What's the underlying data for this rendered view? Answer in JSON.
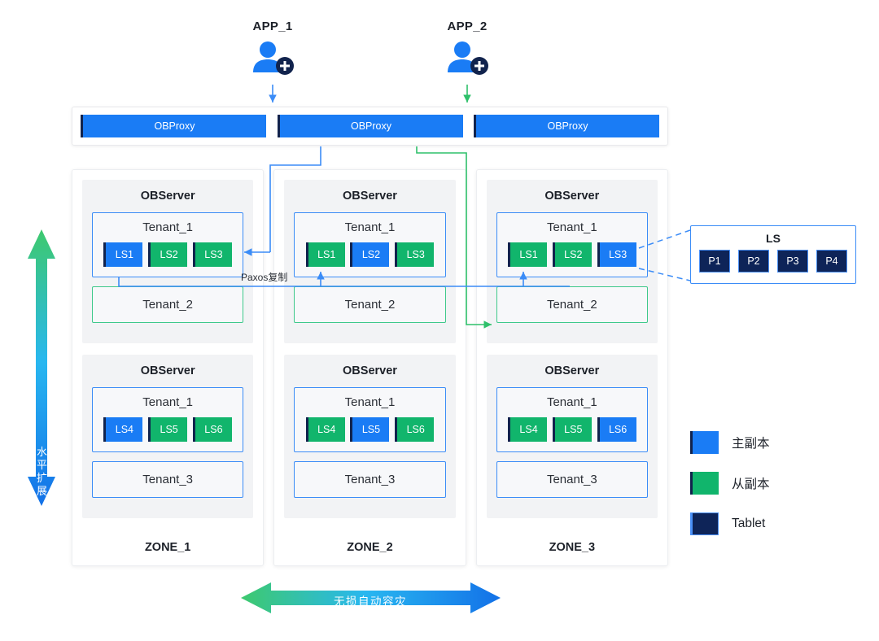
{
  "apps": [
    {
      "label": "APP_1",
      "icon": "user-add-icon",
      "arrow_color": "#3b8cf7"
    },
    {
      "label": "APP_2",
      "icon": "user-add-icon",
      "arrow_color": "#2ec06a"
    }
  ],
  "proxies": [
    {
      "label": "OBProxy"
    },
    {
      "label": "OBProxy"
    },
    {
      "label": "OBProxy"
    }
  ],
  "zones": [
    {
      "name": "ZONE_1",
      "servers": [
        {
          "title": "OBServer",
          "tenants": [
            {
              "title": "Tenant_1",
              "border": "blue",
              "units": [
                {
                  "label": "LS1",
                  "role": "primary"
                },
                {
                  "label": "LS2",
                  "role": "secondary"
                },
                {
                  "label": "LS3",
                  "role": "secondary"
                }
              ]
            },
            {
              "title": "Tenant_2",
              "border": "green",
              "units": []
            }
          ]
        },
        {
          "title": "OBServer",
          "tenants": [
            {
              "title": "Tenant_1",
              "border": "blue",
              "units": [
                {
                  "label": "LS4",
                  "role": "primary"
                },
                {
                  "label": "LS5",
                  "role": "secondary"
                },
                {
                  "label": "LS6",
                  "role": "secondary"
                }
              ]
            },
            {
              "title": "Tenant_3",
              "border": "blue",
              "units": []
            }
          ]
        }
      ]
    },
    {
      "name": "ZONE_2",
      "servers": [
        {
          "title": "OBServer",
          "tenants": [
            {
              "title": "Tenant_1",
              "border": "blue",
              "units": [
                {
                  "label": "LS1",
                  "role": "secondary"
                },
                {
                  "label": "LS2",
                  "role": "primary"
                },
                {
                  "label": "LS3",
                  "role": "secondary"
                }
              ]
            },
            {
              "title": "Tenant_2",
              "border": "green",
              "units": []
            }
          ]
        },
        {
          "title": "OBServer",
          "tenants": [
            {
              "title": "Tenant_1",
              "border": "blue",
              "units": [
                {
                  "label": "LS4",
                  "role": "secondary"
                },
                {
                  "label": "LS5",
                  "role": "primary"
                },
                {
                  "label": "LS6",
                  "role": "secondary"
                }
              ]
            },
            {
              "title": "Tenant_3",
              "border": "blue",
              "units": []
            }
          ]
        }
      ]
    },
    {
      "name": "ZONE_3",
      "servers": [
        {
          "title": "OBServer",
          "tenants": [
            {
              "title": "Tenant_1",
              "border": "blue",
              "units": [
                {
                  "label": "LS1",
                  "role": "secondary"
                },
                {
                  "label": "LS2",
                  "role": "secondary"
                },
                {
                  "label": "LS3",
                  "role": "primary"
                }
              ]
            },
            {
              "title": "Tenant_2",
              "border": "green",
              "units": []
            }
          ]
        },
        {
          "title": "OBServer",
          "tenants": [
            {
              "title": "Tenant_1",
              "border": "blue",
              "units": [
                {
                  "label": "LS4",
                  "role": "secondary"
                },
                {
                  "label": "LS5",
                  "role": "secondary"
                },
                {
                  "label": "LS6",
                  "role": "primary"
                }
              ]
            },
            {
              "title": "Tenant_3",
              "border": "blue",
              "units": []
            }
          ]
        }
      ]
    }
  ],
  "ls_detail": {
    "title": "LS",
    "tablets": [
      "P1",
      "P2",
      "P3",
      "P4"
    ]
  },
  "legend": [
    {
      "label": "主副本",
      "swatch": "blue"
    },
    {
      "label": "从副本",
      "swatch": "green"
    },
    {
      "label": "Tablet",
      "swatch": "navy"
    }
  ],
  "annotations": {
    "paxos": "Paxos复制",
    "vertical_arrow": "水平扩展",
    "horizontal_arrow": "无损自动容灾"
  },
  "colors": {
    "primary_blue": "#1a7cf5",
    "secondary_green": "#11b56c",
    "tablet_navy": "#0e2458",
    "gradient_green": "#3ec96e",
    "gradient_blue": "#1371e8"
  }
}
